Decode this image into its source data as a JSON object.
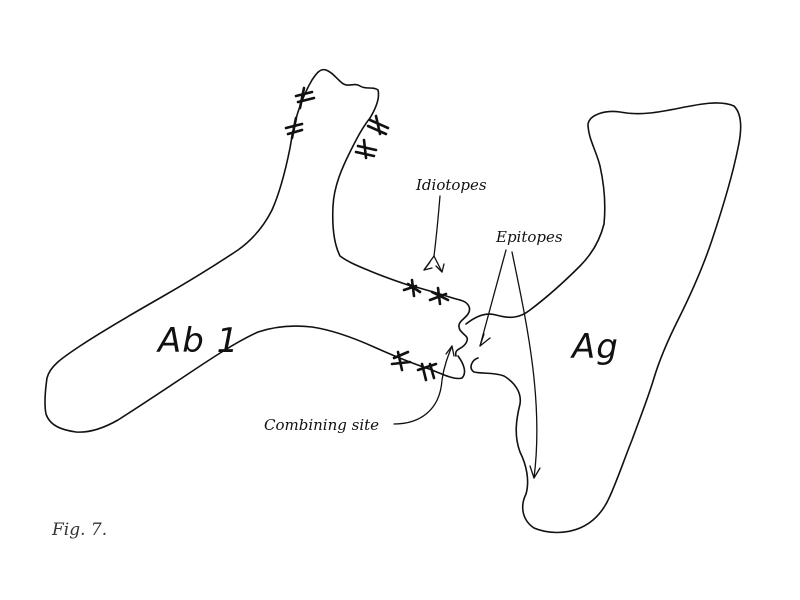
{
  "labels": {
    "antibody": "Ab 1",
    "antigen": "Ag",
    "idiotopes": "Idiotopes",
    "epitopes": "Epitopes",
    "combining_site": "Combining site"
  },
  "caption": "Fig. 7.",
  "colors": {
    "ink": "#111111",
    "background": "#ffffff"
  }
}
